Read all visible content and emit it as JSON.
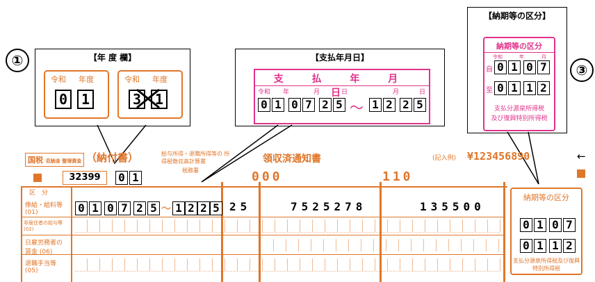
{
  "callouts": {
    "nendo": {
      "number": "①",
      "title": "【年 度 欄】",
      "box1": {
        "era": "令和",
        "unit": "年度",
        "digits": [
          "0",
          "1"
        ]
      },
      "box2": {
        "era": "令和",
        "unit": "年度",
        "digits": [
          "3",
          "1"
        ]
      }
    },
    "shiharai": {
      "title": "【支払年月日】",
      "header": "支 払 年 月 日",
      "sub_labels": [
        "令和",
        "年",
        "月",
        "日",
        "月",
        "日"
      ],
      "digits_from": [
        "0",
        "1",
        "0",
        "7",
        "2",
        "5"
      ],
      "tilde": "～",
      "digits_to": [
        "1",
        "2",
        "2",
        "5"
      ]
    },
    "noki": {
      "number": "③",
      "title": "【納期等の区分】",
      "inner_title": "納期等の区分",
      "sub_labels": [
        "令和",
        "年",
        "月"
      ],
      "from_label": "自",
      "from_digits": [
        "0",
        "1",
        "0",
        "7"
      ],
      "to_label": "至",
      "to_digits": [
        "0",
        "1",
        "1",
        "2"
      ],
      "footer1": "支払分源泉所得税",
      "footer2": "及び復興特別所得税"
    }
  },
  "form": {
    "header_left1": "国税",
    "header_left2": "収納金 整理資金",
    "paren_title": "（納付書）",
    "mid_title": "給与所得・退職所得等の 所得税徴収高計算書",
    "receipt_title": "領収済通知書",
    "example_label": "(記入例)",
    "example_digits": "¥123456890",
    "code": "32399",
    "year_digits": [
      "0",
      "1"
    ],
    "tax_office": "税務署",
    "dots_code": "000",
    "kanrinum_code": "110",
    "left_labels": [
      "区　分",
      "俸給・給料等 (01)",
      "非居住者の給与等 (02)",
      "日雇労務者の 賃金 (06)",
      "退職手当等 (05)"
    ],
    "row1_from": [
      "0",
      "1",
      "0",
      "7",
      "2",
      "5"
    ],
    "row1_to": [
      "1",
      "2",
      "2",
      "5"
    ],
    "row1_people": "25",
    "row1_pay": "7525278",
    "row1_tax": "135500",
    "right_box": {
      "title": "納期等の区分",
      "from_digits": [
        "0",
        "1",
        "0",
        "7"
      ],
      "to_digits": [
        "0",
        "1",
        "1",
        "2"
      ],
      "footer": "支払分源泉所得税及び復興特別所得税"
    },
    "arrow_text": "←"
  },
  "colors": {
    "orange": "#e0762a",
    "pink": "#e0338a",
    "black": "#000000"
  }
}
